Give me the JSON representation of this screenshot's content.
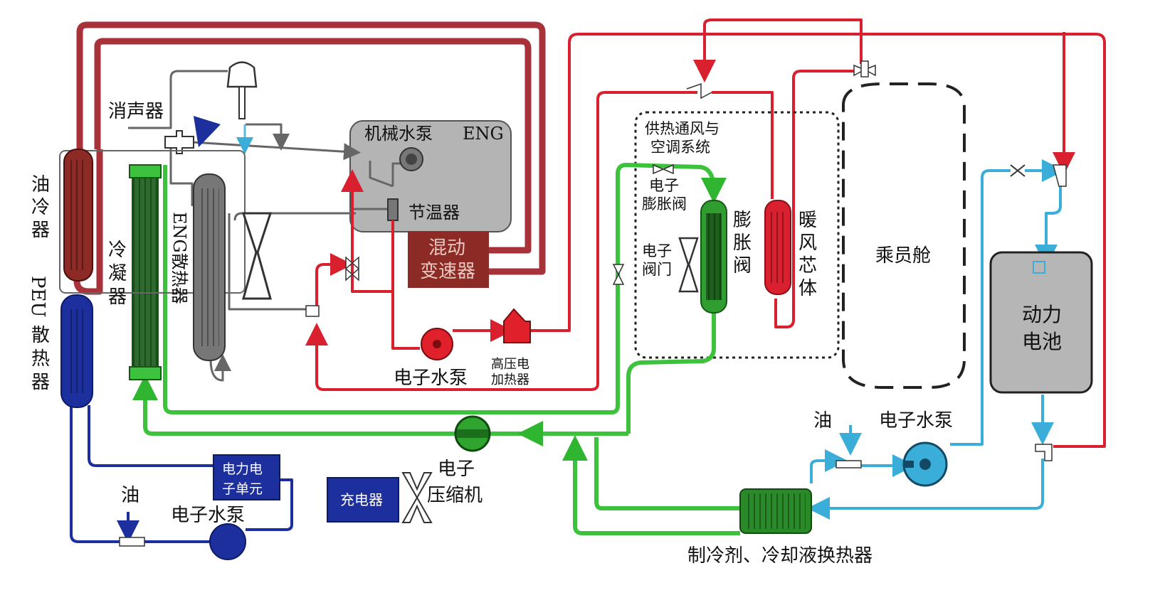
{
  "labels": {
    "muffler": "消声器",
    "oil_cooler": "油冷器",
    "peu_radiator": "PEU散热器",
    "condenser": "冷凝器",
    "eng_radiator": "ENG散热器",
    "mech_pump": "机械水泵",
    "eng": "ENG",
    "thermostat": "节温器",
    "hybrid_trans": [
      "混动",
      "变速器"
    ],
    "epump_center": "电子水泵",
    "hv_heater": [
      "高压电",
      "加热器"
    ],
    "hvac": [
      "供热通风与",
      "空调系统"
    ],
    "e_exp_valve": [
      "电子",
      "膨胀阀"
    ],
    "e_valve": [
      "电子",
      "阀门"
    ],
    "exp_valve": "膨胀阀",
    "heater_core": "暖风芯体",
    "cabin": "乘员舱",
    "battery": [
      "动力",
      "电池"
    ],
    "oil_right": "油",
    "epump_right": "电子水泵",
    "compressor": [
      "电子",
      "压缩机"
    ],
    "peu_unit": [
      "电力电",
      "子单元"
    ],
    "oil_left": "油",
    "epump_left": "电子水泵",
    "charger": "充电器",
    "hex": "制冷剂、冷却液换热器"
  },
  "colors": {
    "engine_loop": "#a8323a",
    "heater_loop": "#d8202e",
    "refrigerant": "#3cc23c",
    "battery_loop": "#3aaed8",
    "peu_loop": "#1d2f9c",
    "exhaust": "#555555"
  }
}
